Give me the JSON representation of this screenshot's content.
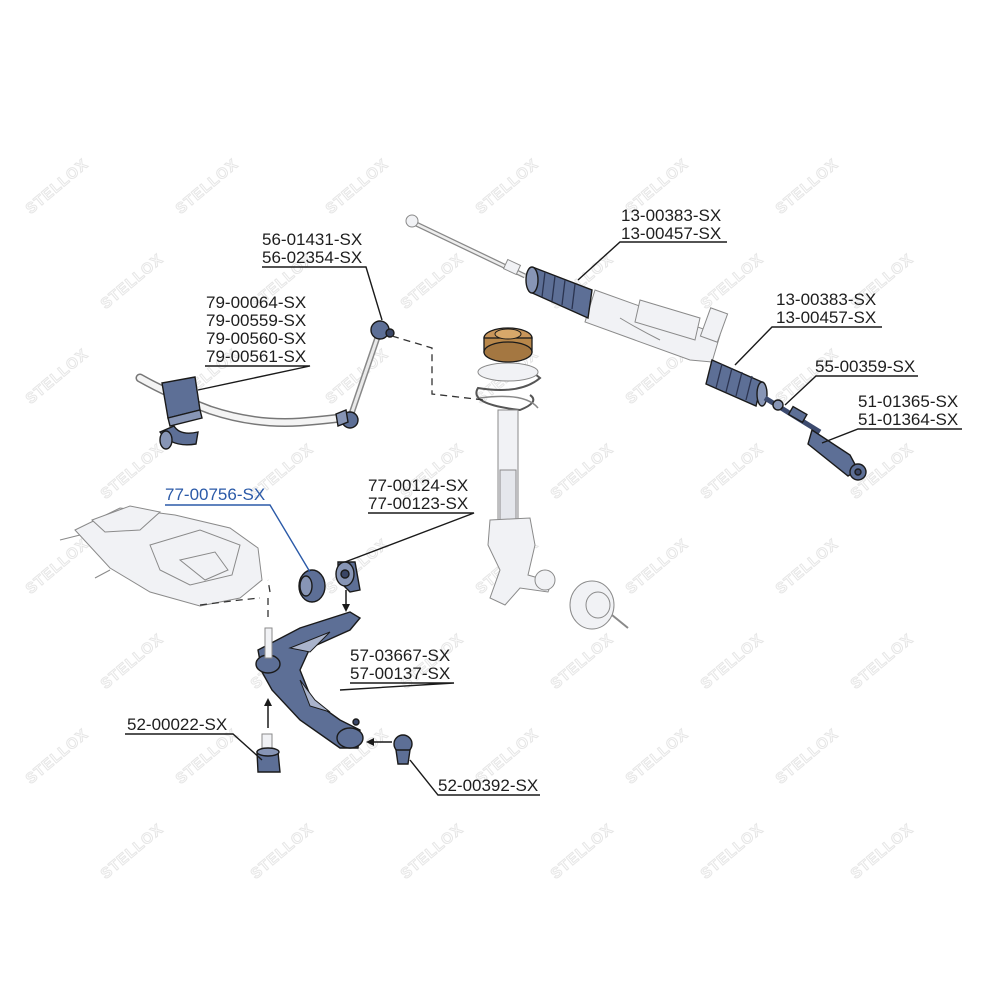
{
  "watermark": {
    "brand": "STELLOX"
  },
  "colors": {
    "part_fill": "#5d6f96",
    "highlight_label": "#2b5aa8",
    "strut_mount": "#b8874a"
  },
  "labels": {
    "tie_rod_boot_left": [
      "13-00383-SX",
      "13-00457-SX"
    ],
    "tie_rod_boot_right": [
      "13-00383-SX",
      "13-00457-SX"
    ],
    "stabilizer_link": [
      "56-01431-SX",
      "56-02354-SX"
    ],
    "stabilizer_bushing": [
      "79-00064-SX",
      "79-00559-SX",
      "79-00560-SX",
      "79-00561-SX"
    ],
    "inner_tie_rod": [
      "55-00359-SX"
    ],
    "tie_rod_end": [
      "51-01365-SX",
      "51-01364-SX"
    ],
    "rear_arm_bushing": [
      "77-00756-SX"
    ],
    "front_arm_bushing": [
      "77-00124-SX",
      "77-00123-SX"
    ],
    "control_arm": [
      "57-03667-SX",
      "57-00137-SX"
    ],
    "ball_joint_left": [
      "52-00022-SX"
    ],
    "ball_joint_right": [
      "52-00392-SX"
    ]
  }
}
